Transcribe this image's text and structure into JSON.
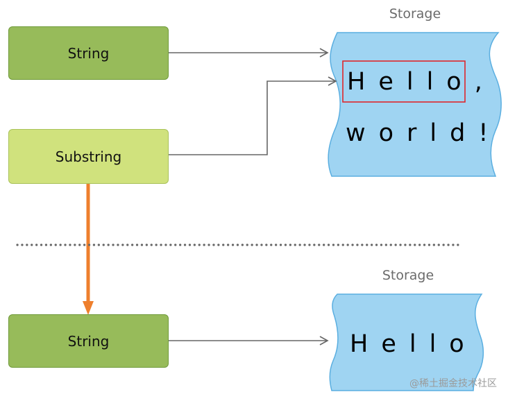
{
  "top": {
    "string_label": "String",
    "substring_label": "Substring",
    "storage_caption": "Storage",
    "storage_line1": "Hello,",
    "storage_line2": "world!"
  },
  "bottom": {
    "string_label": "String",
    "storage_caption": "Storage",
    "storage_text": "Hello"
  },
  "watermark": "@稀土掘金技术社区",
  "colors": {
    "string_fill": "#97bb5a",
    "substring_fill": "#d0e27d",
    "storage_fill": "#9fd4f2",
    "storage_stroke": "#5aaee0",
    "arrow_gray": "#666666",
    "highlight_red": "#e0262b",
    "orange_arrow": "#ee7f2d",
    "divider_dots": "#666666"
  }
}
